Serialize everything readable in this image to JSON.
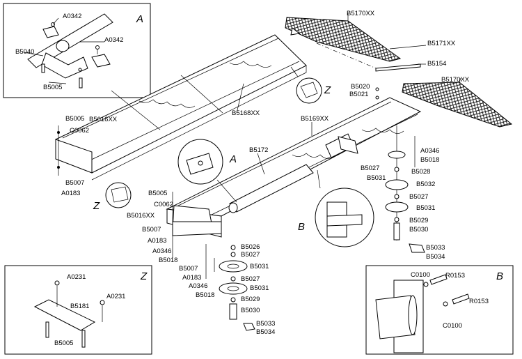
{
  "insets": {
    "A": "A",
    "Z": "Z",
    "B": "B"
  },
  "labels": {
    "inset_a": [
      "A0342",
      "A0342",
      "B5040",
      "B5005"
    ],
    "inset_z": [
      "A0231",
      "A0231",
      "B5181",
      "B5005"
    ],
    "inset_b": [
      "C0100",
      "R0153",
      "R0153",
      "C0100"
    ],
    "callouts": [
      "Z",
      "A",
      "Z",
      "B"
    ],
    "top_right": [
      "B5170XX",
      "B5171XX",
      "B5154",
      "B5170XX",
      "B5020",
      "B5021"
    ],
    "left_ramp": [
      "B5005",
      "B5016XX",
      "C0062",
      "B5007",
      "A0183"
    ],
    "center": [
      "B5168XX",
      "B5169XX",
      "B5172"
    ],
    "front_ramp": [
      "B5005",
      "C0062",
      "B5016XX",
      "B5007",
      "A0183",
      "A0346",
      "B5018",
      "B5007",
      "A0183",
      "A0346",
      "B5018"
    ],
    "center_stack": [
      "B5026",
      "B5027",
      "B5031",
      "B5027",
      "B5031",
      "B5029",
      "B5030",
      "B5033",
      "B5034"
    ],
    "right_stack": [
      "A0346",
      "B5018",
      "B5027",
      "B5028",
      "B5031",
      "B5032",
      "B5027",
      "B5031",
      "B5029",
      "B5030",
      "B5033",
      "B5034"
    ]
  }
}
